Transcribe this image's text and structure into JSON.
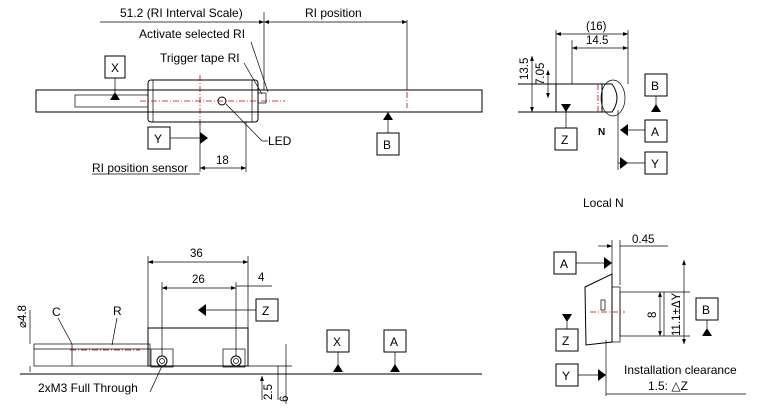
{
  "top_view": {
    "scale_label": "51.2 (RI Interval Scale)",
    "ri_position": "RI position",
    "activate": "Activate selected RI",
    "trigger": "Trigger tape RI",
    "led": "LED",
    "sensor": "RI position sensor",
    "dim_18": "18",
    "datum_x": "X",
    "datum_y": "Y",
    "datum_b": "B"
  },
  "side_view": {
    "dim_16": "(16)",
    "dim_14_5": "14.5",
    "dim_13_5": "13.5",
    "dim_7_05": "7.05",
    "datum_b": "B",
    "datum_a": "A",
    "datum_z": "Z",
    "datum_y": "Y",
    "n_label": "N",
    "local_n": "Local N"
  },
  "front_view": {
    "dim_36": "36",
    "dim_26": "26",
    "dim_4": "4",
    "dia_4_8": "⌀4.8",
    "c_label": "C",
    "r_label": "R",
    "datum_z": "Z",
    "datum_x": "X",
    "datum_a": "A",
    "dim_2_5": "2.5",
    "dim_6": "6",
    "screw": "2xM3 Full Through"
  },
  "detail_view": {
    "dim_0_45": "0.45",
    "datum_a": "A",
    "dim_8": "8",
    "dim_11_1": "11.1±ΔY",
    "datum_b": "B",
    "datum_z": "Z",
    "datum_y": "Y",
    "clearance": "Installation clearance",
    "clearance_val": "1.5: △Z"
  }
}
